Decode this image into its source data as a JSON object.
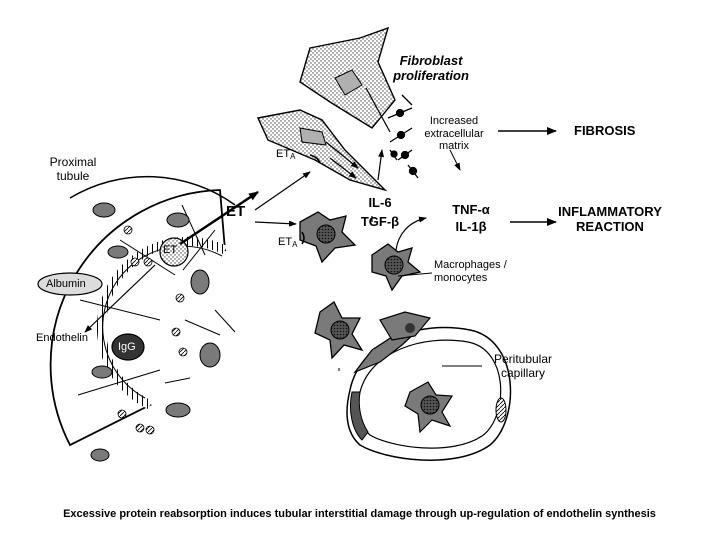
{
  "labels": {
    "fibroblast_1": "Fibroblast",
    "fibroblast_2": "proliferation",
    "ecm_1": "Increased",
    "ecm_2": "extracellular",
    "ecm_3": "matrix",
    "fibrosis": "FIBROSIS",
    "proximal_1": "Proximal",
    "proximal_2": "tubule",
    "et_main": "ET",
    "et_small": "ET",
    "et_a": "ET",
    "a_sub": "A",
    "il6": "IL-6",
    "tgf": "TGF-β",
    "tnf": "TNF-α",
    "il1": "IL-1β",
    "inflam_1": "INFLAMMATORY",
    "inflam_2": "REACTION",
    "albumin": "Albumin",
    "endothelin": "Endothelin",
    "igg": "IgG",
    "macro_1": "Macrophages /",
    "macro_2": "monocytes",
    "capillary_1": "Peritubular",
    "capillary_2": "capillary"
  },
  "caption": "Excessive protein reabsorption induces tubular interstitial damage through up-regulation of endothelin synthesis",
  "colors": {
    "stroke": "#000000",
    "background": "#ffffff",
    "fill_dark": "#7a7a7a",
    "fill_light": "#dcdcdc"
  }
}
